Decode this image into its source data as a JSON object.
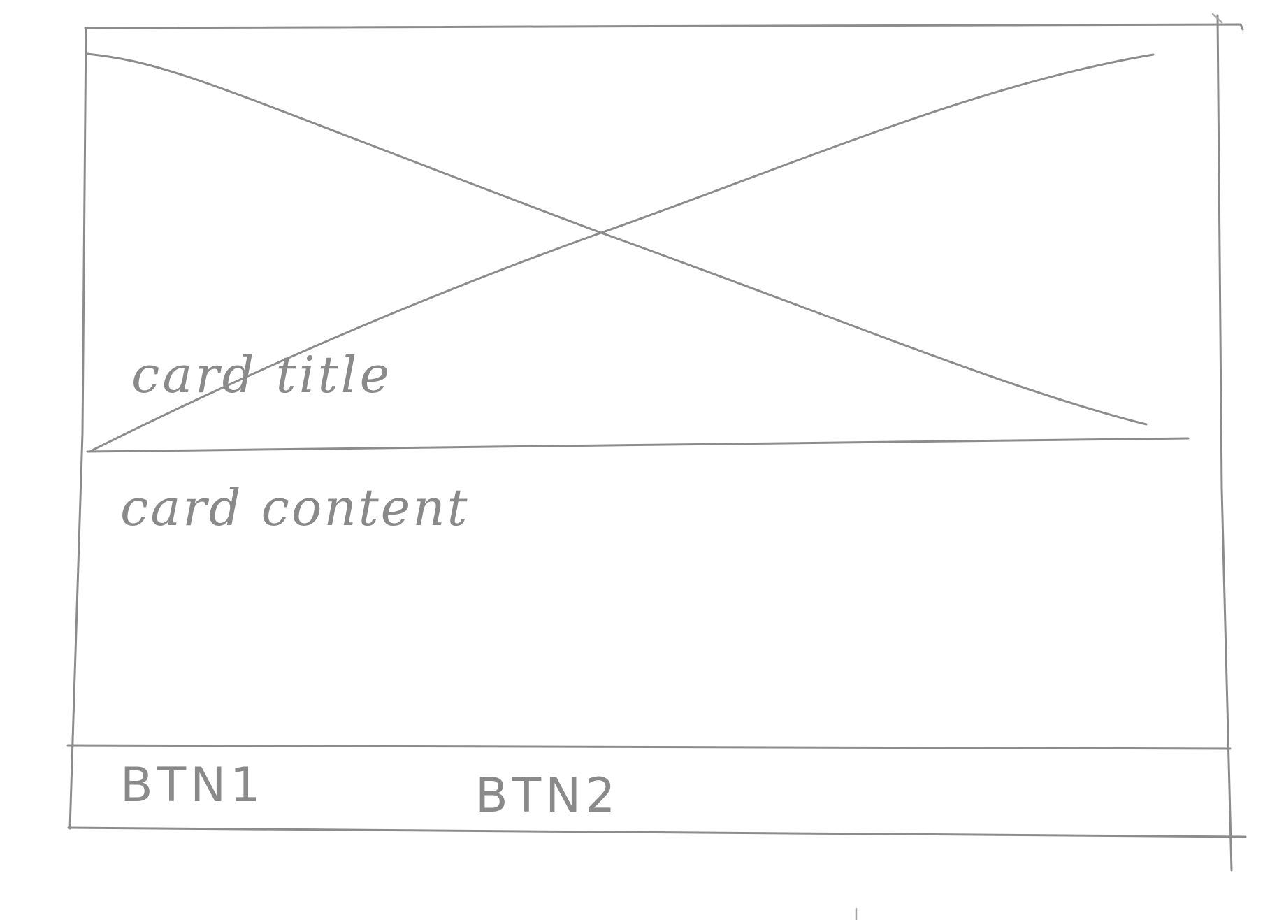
{
  "card": {
    "title": "card title",
    "content": "card content",
    "image_placeholder_icon": "image-placeholder-x-icon"
  },
  "actions": {
    "btn1_label": "BTN1",
    "btn2_label": "BTN2"
  }
}
